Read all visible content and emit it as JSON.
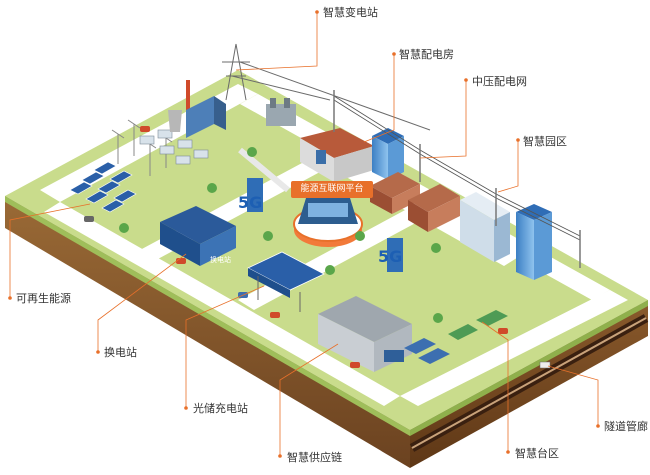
{
  "platform": {
    "label": "能源互联网平台",
    "network": "5G"
  },
  "callouts": {
    "substation": "智慧变电站",
    "power_room": "智慧配电房",
    "mv_grid": "中压配电网",
    "park": "智慧园区",
    "renewable": "可再生能源",
    "swap_station": "换电站",
    "pv_storage_charging": "光储充电站",
    "supply_chain": "智慧供应链",
    "transformer_area": "智慧台区",
    "tunnel": "隧道管廊"
  },
  "building_signs": {
    "swap_station_sign": "换电站"
  },
  "colors": {
    "accent": "#e8702a",
    "grass": "#c9dc8c",
    "road": "#ffffff",
    "soil": "#7a4a22",
    "leader": "#e8702a"
  }
}
